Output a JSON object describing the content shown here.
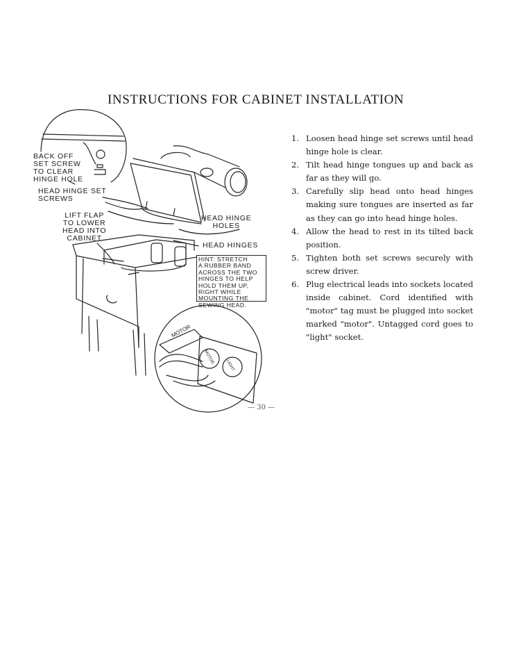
{
  "title": "INSTRUCTIONS FOR CABINET INSTALLATION",
  "labels": {
    "back_off": "BACK OFF\nSET SCREW\nTO CLEAR\nHINGE HOLE",
    "head_hinge_set_screws": "HEAD HINGE SET\nSCREWS",
    "lift_flap": "LIFT FLAP\nTO LOWER\nHEAD INTO\nCABINET",
    "head_hinge_holes": "HEAD HINGE\nHOLES",
    "head_hinges": "HEAD HINGES",
    "hint": "HINT: STRETCH\nA RUBBER BAND\nACROSS THE TWO\nHINGES TO HELP\nHOLD THEM UP,\nRIGHT WHILE\nMOUNTING THE\nSEWING HEAD.",
    "motor_tag": "MOTOR",
    "socket_motor": "MOTOR",
    "socket_light": "LIGHT"
  },
  "steps": [
    {
      "number": "1.",
      "text": "Loosen head hinge set screws until head hinge hole is clear."
    },
    {
      "number": "2.",
      "text": "Tilt head hinge tongues up and back as far as they will go."
    },
    {
      "number": "3.",
      "text": "Carefully slip head onto head hinges making sure tongues are inserted as far as they can go into head hinge holes."
    },
    {
      "number": "4.",
      "text": "Allow the head to rest in its tilted back position."
    },
    {
      "number": "5.",
      "text": "Tighten both set screws securely with screw driver."
    },
    {
      "number": "6.",
      "text": "Plug electrical leads into sockets located inside cabinet. Cord identified with \"motor\" tag must be plugged into socket marked \"motor\". Untagged cord goes to \"light\" socket."
    }
  ],
  "page_number": "— 30 —"
}
